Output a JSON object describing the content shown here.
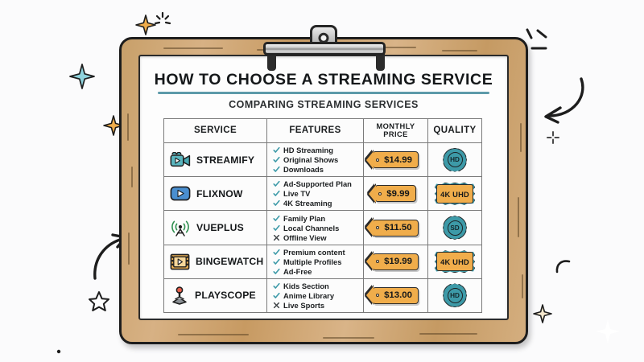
{
  "title": "HOW TO CHOOSE A STREAMING SERVICE",
  "subtitle": "COMPARING STREAMING SERVICES",
  "colors": {
    "accent_teal": "#3d9aa8",
    "accent_orange": "#f0ad4b",
    "wood": "#c89a63",
    "ink": "#1d1d1d",
    "rule": "#5d9aa9"
  },
  "table": {
    "headers": [
      "SERVICE",
      "FEATURES",
      "MONTHLY PRICE",
      "QUALITY"
    ],
    "rows": [
      {
        "icon": "video-camera-icon",
        "service": "STREAMIFY",
        "features": [
          {
            "mark": "check",
            "text": "HD Streaming"
          },
          {
            "mark": "check",
            "text": "Original Shows"
          },
          {
            "mark": "check",
            "text": "Downloads"
          }
        ],
        "price": "$14.99",
        "quality": "HD",
        "quality_style": "circle"
      },
      {
        "icon": "play-button-icon",
        "service": "FLIXNOW",
        "features": [
          {
            "mark": "check",
            "text": "Ad-Supported Plan"
          },
          {
            "mark": "check",
            "text": "Live TV"
          },
          {
            "mark": "check",
            "text": "4K Streaming"
          }
        ],
        "price": "$9.99",
        "quality": "4K UHD",
        "quality_style": "plate"
      },
      {
        "icon": "broadcast-antenna-icon",
        "service": "VUEPLUS",
        "features": [
          {
            "mark": "check",
            "text": "Family Plan"
          },
          {
            "mark": "check",
            "text": "Local Channels"
          },
          {
            "mark": "cross",
            "text": "Offline View"
          }
        ],
        "price": "$11.50",
        "quality": "SD",
        "quality_style": "circle"
      },
      {
        "icon": "film-strip-icon",
        "service": "BINGEWATCH",
        "features": [
          {
            "mark": "check",
            "text": "Premium content"
          },
          {
            "mark": "check",
            "text": "Multiple Profiles"
          },
          {
            "mark": "check",
            "text": "Ad-Free"
          }
        ],
        "price": "$19.99",
        "quality": "4K UHD",
        "quality_style": "plate"
      },
      {
        "icon": "joystick-icon",
        "service": "PLAYSCOPE",
        "features": [
          {
            "mark": "check",
            "text": "Kids Section"
          },
          {
            "mark": "check",
            "text": "Anime Library"
          },
          {
            "mark": "cross",
            "text": "Live Sports"
          }
        ],
        "price": "$13.00",
        "quality": "HD",
        "quality_style": "circle"
      }
    ]
  }
}
